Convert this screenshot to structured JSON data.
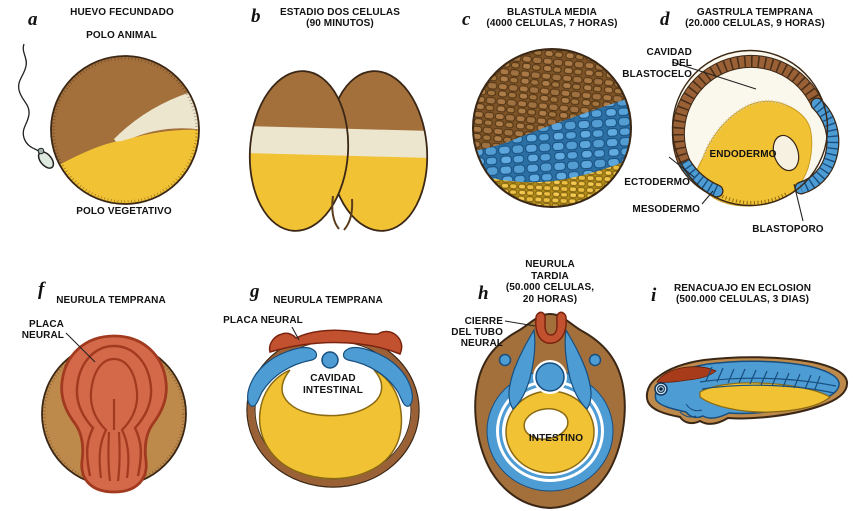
{
  "figure": {
    "panels": {
      "a": {
        "letter": "a",
        "title": "HUEVO FECUNDADO",
        "label_polo_animal": "POLO ANIMAL",
        "label_polo_vegetativo": "POLO VEGETATIVO"
      },
      "b": {
        "letter": "b",
        "title": "ESTADIO DOS CELULAS",
        "subtitle": "(90 MINUTOS)"
      },
      "c": {
        "letter": "c",
        "title": "BLASTULA MEDIA",
        "subtitle": "(4000 CELULAS, 7 HORAS)"
      },
      "d": {
        "letter": "d",
        "title": "GASTRULA TEMPRANA",
        "subtitle": "(20.000 CELULAS, 9 HORAS)",
        "label_cavidad_blastocelo": "CAVIDAD\nDEL\nBLASTOCELO",
        "label_endodermo": "ENDODERMO",
        "label_ectodermo": "ECTODERMO",
        "label_mesodermo": "MESODERMO",
        "label_blastoporo": "BLASTOPORO"
      },
      "f": {
        "letter": "f",
        "title": "NEURULA TEMPRANA",
        "label_placa_neural": "PLACA\nNEURAL"
      },
      "g": {
        "letter": "g",
        "title": "NEURULA TEMPRANA",
        "label_placa_neural": "PLACA NEURAL",
        "label_cavidad_intestinal": "CAVIDAD\nINTESTINAL"
      },
      "h": {
        "letter": "h",
        "title": "NEURULA\nTARDIA\n(50.000 CELULAS,\n20 HORAS)",
        "label_cierre_tubo_neural": "CIERRE\nDEL TUBO\nNEURAL",
        "label_intestino": "INTESTINO"
      },
      "i": {
        "letter": "i",
        "title": "RENACUAJO EN ECLOSION",
        "subtitle": "(500.000 CELULAS, 3 DIAS)"
      }
    },
    "colors": {
      "background": "#FFFFFF",
      "ink": "#1A1A1A",
      "outline": "#3B2715",
      "brown": "#A3703C",
      "brown_ring": "#9B6136",
      "tan": "#BE8A4C",
      "yellow": "#F2C235",
      "yellow_dark": "#8A6A12",
      "cream": "#EDE6CF",
      "blue": "#4E9CD4",
      "blue_dark": "#174E7E",
      "salmon": "#D4694A",
      "red": "#C2512F",
      "red_dark": "#7A2410",
      "red_brown": "#A83C1A"
    }
  }
}
